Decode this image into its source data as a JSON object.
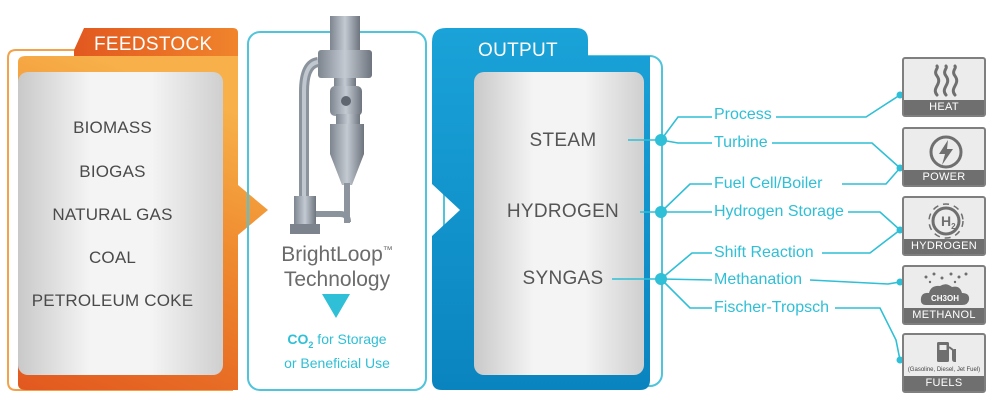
{
  "feedstock": {
    "title": "FEEDSTOCK",
    "items": [
      "BIOMASS",
      "BIOGAS",
      "NATURAL GAS",
      "COAL",
      "PETROLEUM COKE"
    ]
  },
  "technology": {
    "name_line1": "BrightLoop",
    "trademark": "™",
    "name_line2": "Technology",
    "co2_formula": "CO",
    "co2_subscript": "2",
    "co2_text1": " for Storage",
    "co2_text2": "or Beneficial Use"
  },
  "output": {
    "title": "OUTPUT",
    "items": [
      "STEAM",
      "HYDROGEN",
      "SYNGAS"
    ]
  },
  "routes": {
    "process": "Process",
    "turbine": "Turbine",
    "fuel_cell_boiler": "Fuel Cell/Boiler",
    "hydrogen_storage": "Hydrogen Storage",
    "shift_reaction": "Shift Reaction",
    "methanation": "Methanation",
    "fischer_tropsch": "Fischer-Tropsch"
  },
  "products": {
    "heat": "HEAT",
    "power": "POWER",
    "hydrogen": "HYDROGEN",
    "hydrogen_icon_text": "H",
    "hydrogen_icon_sub": "2",
    "methanol": "METHANOL",
    "methanol_icon_text": "CH3OH",
    "fuels": "FUELS",
    "fuels_note": "(Gasoline, Diesel, Jet Fuel)"
  },
  "colors": {
    "orange_light": "#f5a23c",
    "orange_dark": "#e2581f",
    "blue_dark": "#0a8ec7",
    "teal": "#2fbfd6",
    "gray_panel": "#cfcfcf",
    "gray_icon": "#6f6f6f"
  }
}
